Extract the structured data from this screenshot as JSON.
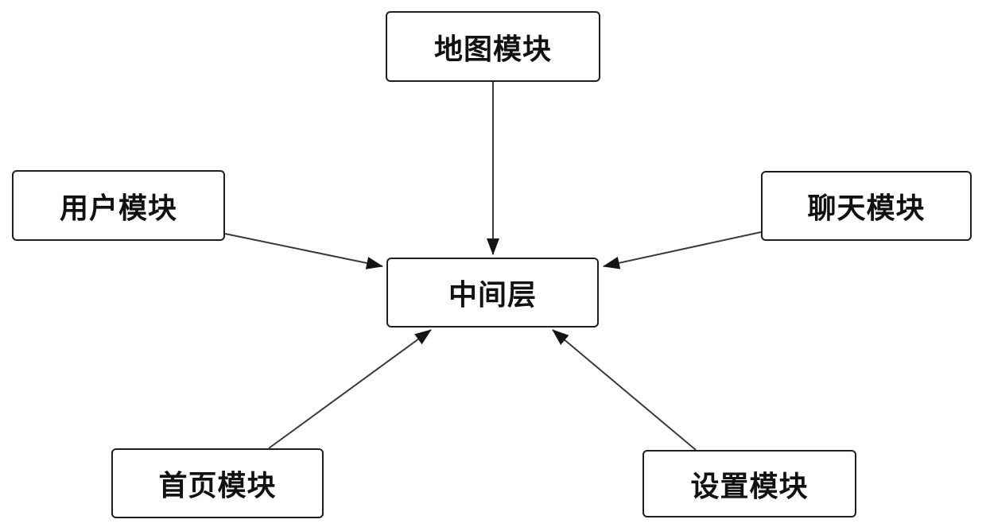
{
  "diagram": {
    "title": "module-architecture-flowchart",
    "background_color": "#ffffff",
    "box_fill_color": "#ffffff",
    "box_border_color": "#1f1f1f",
    "arrow_line_color": "#3a3a3a",
    "arrowhead_color": "#141414",
    "text_color": "#111111",
    "nodes": {
      "map": {
        "label": "地图模块"
      },
      "user": {
        "label": "用户模块"
      },
      "chat": {
        "label": "聊天模块"
      },
      "middle": {
        "label": "中间层"
      },
      "home": {
        "label": "首页模块"
      },
      "settings": {
        "label": "设置模块"
      }
    },
    "edges": [
      {
        "from": "地图模块",
        "to": "中间层",
        "direction": "top-to-center"
      },
      {
        "from": "用户模块",
        "to": "中间层",
        "direction": "left-to-center"
      },
      {
        "from": "聊天模块",
        "to": "中间层",
        "direction": "right-to-center"
      },
      {
        "from": "首页模块",
        "to": "中间层",
        "direction": "bottom-left-to-center"
      },
      {
        "from": "设置模块",
        "to": "中间层",
        "direction": "bottom-right-to-center"
      }
    ]
  }
}
